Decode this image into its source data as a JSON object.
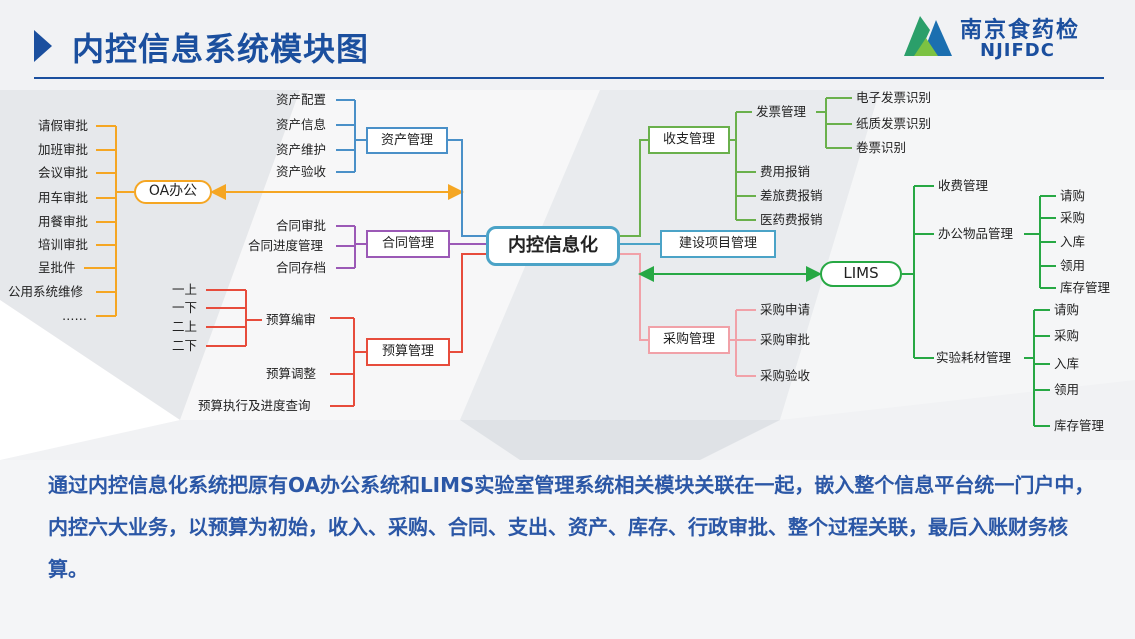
{
  "header": {
    "title": "内控信息系统模块图"
  },
  "logo": {
    "cn": "南京食药检",
    "en": "NJIFDC"
  },
  "center": {
    "label": "内控信息化"
  },
  "oa": {
    "label": "OA办公",
    "items": [
      "请假审批",
      "加班审批",
      "会议审批",
      "用车审批",
      "用餐审批",
      "培训审批",
      "呈批件",
      "公用系统维修",
      "……"
    ]
  },
  "asset": {
    "label": "资产管理",
    "items": [
      "资产配置",
      "资产信息",
      "资产维护",
      "资产验收"
    ]
  },
  "contract": {
    "label": "合同管理",
    "items": [
      "合同审批",
      "合同进度管理",
      "合同存档"
    ]
  },
  "budget": {
    "label": "预算管理",
    "compile": "预算编审",
    "compile_items": [
      "一上",
      "一下",
      "二上",
      "二下"
    ],
    "adjust": "预算调整",
    "query": "预算执行及进度查询"
  },
  "income": {
    "label": "收支管理",
    "invoice": "发票管理",
    "invoice_items": [
      "电子发票识别",
      "纸质发票识别",
      "卷票识别"
    ],
    "items": [
      "费用报销",
      "差旅费报销",
      "医药费报销"
    ]
  },
  "project": {
    "label": "建设项目管理"
  },
  "purchase": {
    "label": "采购管理",
    "items": [
      "采购申请",
      "采购审批",
      "采购验收"
    ]
  },
  "lims": {
    "label": "LIMS",
    "fee": "收费管理",
    "office": "办公物品管理",
    "office_items": [
      "请购",
      "采购",
      "入库",
      "领用",
      "库存管理"
    ],
    "reagent": "实验耗材管理",
    "reagent_items": [
      "请购",
      "采购",
      "入库",
      "领用",
      "库存管理"
    ]
  },
  "description": "通过内控信息化系统把原有OA办公系统和LIMS实验室管理系统相关模块关联在一起，嵌入整个信息平台统一门户中，内控六大业务，以预算为初始，收入、采购、合同、支出、资产、库存、行政审批、整个过程关联，最后入账财务核算。",
  "colors": {
    "title": "#1b4f9e",
    "oa": "#f5a623",
    "asset": "#4a90c8",
    "contract": "#9b59b6",
    "budget": "#e74c3c",
    "income": "#6ab04c",
    "purchase": "#f1a1a8",
    "lims": "#27a844",
    "desc": "#2b57a6"
  }
}
